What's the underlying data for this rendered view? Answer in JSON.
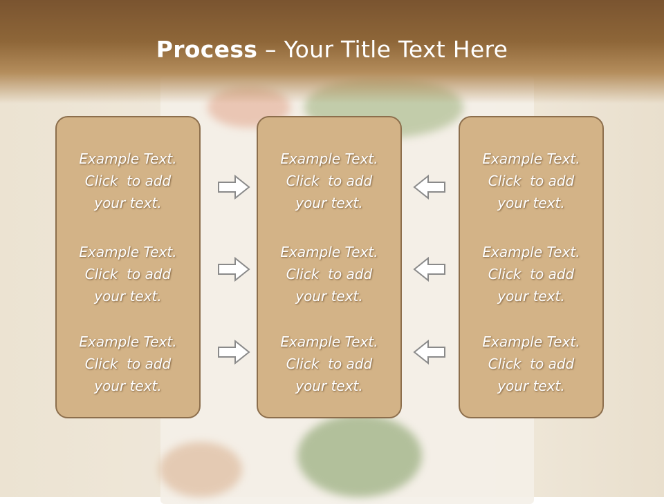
{
  "slide": {
    "title_bold": "Process",
    "title_rest": " – Your Title Text Here"
  },
  "columns": [
    {
      "items": [
        {
          "line1": "Example Text.",
          "line2": "Click  to add",
          "line3": "your text."
        },
        {
          "line1": "Example Text.",
          "line2": "Click  to add",
          "line3": "your text."
        },
        {
          "line1": "Example Text.",
          "line2": "Click  to add",
          "line3": "your text."
        }
      ]
    },
    {
      "items": [
        {
          "line1": "Example Text.",
          "line2": "Click  to add",
          "line3": "your text."
        },
        {
          "line1": "Example Text.",
          "line2": "Click  to add",
          "line3": "your text."
        },
        {
          "line1": "Example Text.",
          "line2": "Click  to add",
          "line3": "your text."
        }
      ]
    },
    {
      "items": [
        {
          "line1": "Example Text.",
          "line2": "Click  to add",
          "line3": "your text."
        },
        {
          "line1": "Example Text.",
          "line2": "Click  to add",
          "line3": "your text."
        },
        {
          "line1": "Example Text.",
          "line2": "Click  to add",
          "line3": "your text."
        }
      ]
    }
  ],
  "arrows": {
    "left_group": [
      "arrow-right-icon",
      "arrow-right-icon",
      "arrow-right-icon"
    ],
    "right_group": [
      "arrow-left-icon",
      "arrow-left-icon",
      "arrow-left-icon"
    ]
  },
  "colors": {
    "title_bar": "#8e6638",
    "box_fill": "#d3b387",
    "box_border": "#8c6e4c",
    "text": "#ffffff"
  }
}
